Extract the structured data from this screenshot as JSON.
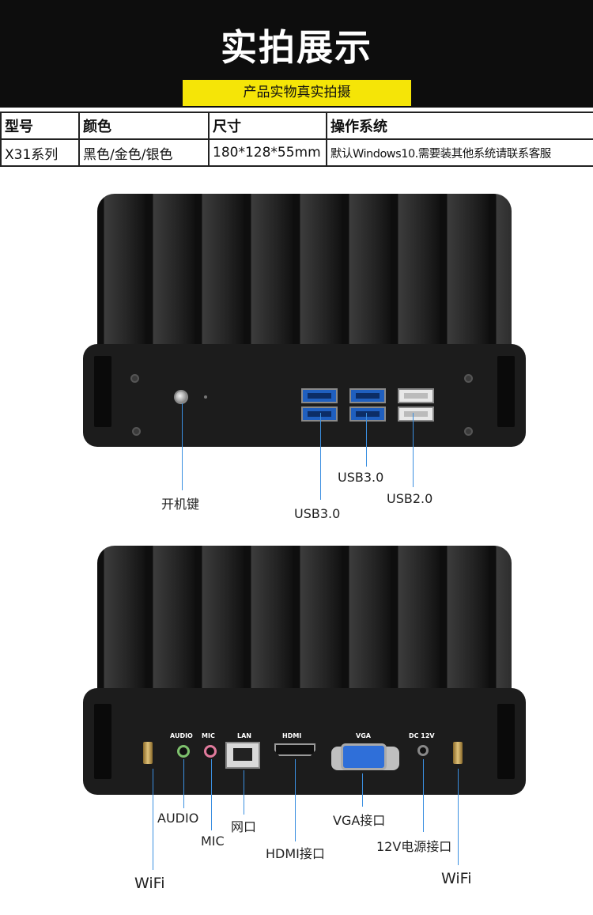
{
  "header": {
    "title": "实拍展示",
    "subtitle": "产品实物真实拍摄"
  },
  "spec_table": {
    "headers": [
      "型号",
      "颜色",
      "尺寸",
      "操作系统"
    ],
    "row": [
      "X31系列",
      "黑色/金色/银色",
      "180*128*55mm",
      "默认Windows10.需要装其他系统请联系客服"
    ]
  },
  "front_view": {
    "labels": {
      "power": "开机键",
      "usb3_left": "USB3.0",
      "usb3_mid": "USB3.0",
      "usb2": "USB2.0"
    }
  },
  "back_view": {
    "port_marks": {
      "audio": "AUDIO",
      "mic": "MIC",
      "lan": "LAN",
      "hdmi": "HDMI",
      "vga": "VGA",
      "dc": "DC 12V"
    },
    "labels": {
      "wifi_left": "WiFi",
      "audio": "AUDIO",
      "mic": "MIC",
      "lan": "网口",
      "hdmi": "HDMI接口",
      "vga": "VGA接口",
      "dc": "12V电源接口",
      "wifi_right": "WiFi"
    }
  },
  "colors": {
    "header_bg": "#0d0d0d",
    "badge_yellow": "#f5e507",
    "callout_blue": "#3b8fe0",
    "usb3_blue": "#1f5fbf"
  }
}
